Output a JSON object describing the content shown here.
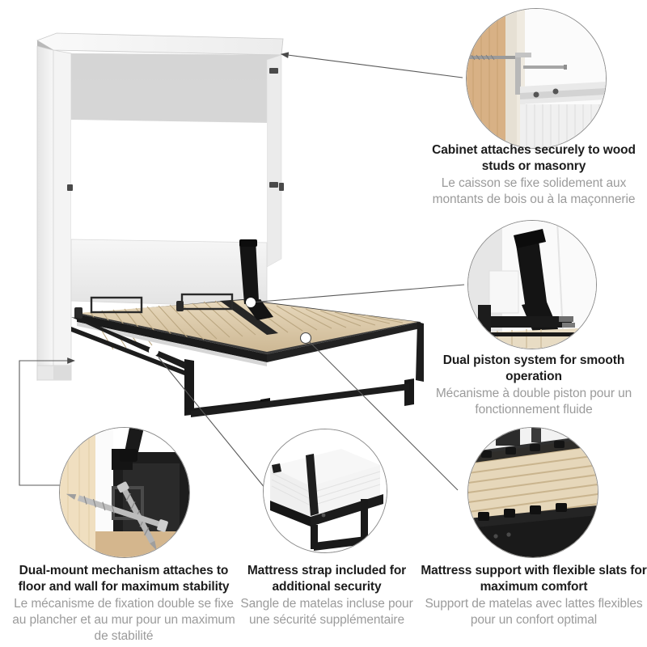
{
  "page": {
    "type": "product-feature-infographic",
    "product": "wall-bed-murphy-bed",
    "background_color": "#ffffff",
    "heading_color": "#1c1c1c",
    "subtext_color": "#9b9b9b",
    "line_color": "#6e6e6e",
    "cabinet_color": "#f2f2f2",
    "frame_color": "#1a1a1a",
    "slat_color": "#ddcdb0"
  },
  "features": [
    {
      "id": "wall-mount",
      "title_en": "Cabinet attaches securely to wood studs or masonry",
      "title_fr": "Le caisson se fixe solidement aux montants de bois ou à la maçonnerie",
      "detail_photo": "wall-bracket-screwed-into-wood-stud",
      "position": "top-right"
    },
    {
      "id": "dual-piston",
      "title_en": "Dual piston system for smooth operation",
      "title_fr": "Mécanisme à double piston pour un fonctionnement fluide",
      "detail_photo": "black-piston-arm-against-white-wall",
      "position": "middle-right"
    },
    {
      "id": "dual-mount",
      "title_en": "Dual-mount mechanism attaches to floor and wall for maximum stability",
      "title_fr": "Le mécanisme de fixation double se fixe au plancher et au mur pour un maximum de stabilité",
      "detail_photo": "two-lag-screws-into-floor-and-wall",
      "position": "bottom-left"
    },
    {
      "id": "mattress-strap",
      "title_en": "Mattress strap included for additional security",
      "title_fr": "Sangle de matelas incluse pour une sécurité supplémentaire",
      "detail_photo": "white-mattress-with-black-strap-on-frame",
      "position": "bottom-center"
    },
    {
      "id": "flexible-slats",
      "title_en": "Mattress support with flexible slats for maximum comfort",
      "title_fr": "Support de matelas avec lattes flexibles pour un confort optimal",
      "detail_photo": "wooden-slats-on-black-bed-frame",
      "position": "bottom-right"
    }
  ]
}
